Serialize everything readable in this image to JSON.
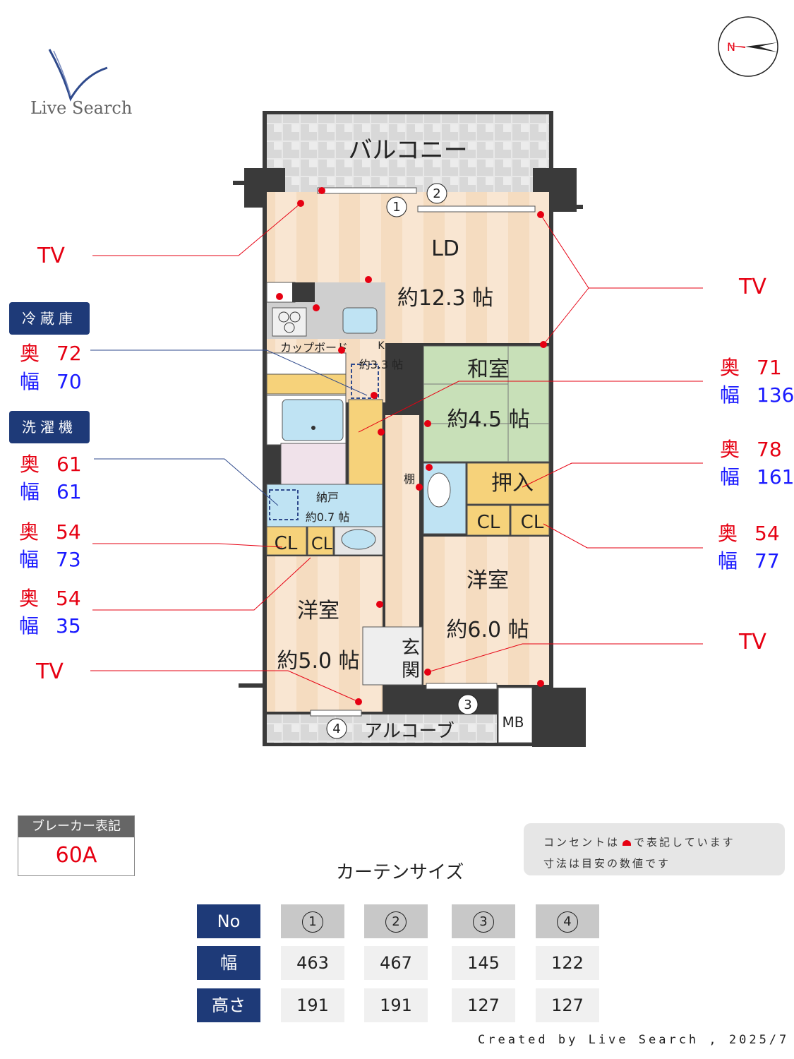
{
  "logo": {
    "text": "Live Search"
  },
  "compass": {
    "label": "N"
  },
  "rooms": {
    "balcony": "バルコニー",
    "ld": "LD",
    "ld_size": "約12.3 帖",
    "cupboard": "カップボード",
    "k": "K",
    "k_size": "約3.3 帖",
    "washitsu": "和室",
    "washitsu_size": "約4.5 帖",
    "oshiire": "押入",
    "cl1": "CL",
    "cl2": "CL",
    "cl3": "CL",
    "cl4": "CL",
    "nando": "納戸",
    "nando_size": "約0.7 帖",
    "tana": "棚",
    "youshitsu_right": "洋室",
    "youshitsu_right_size": "約6.0 帖",
    "youshitsu_left": "洋室",
    "youshitsu_left_size": "約5.0 帖",
    "genkan": "玄関",
    "alcove": "アルコーブ",
    "mb": "MB",
    "win1": "1",
    "win2": "2",
    "win3": "3",
    "win4": "4"
  },
  "tv_labels": [
    "TV",
    "TV",
    "TV",
    "TV"
  ],
  "appliances": [
    {
      "title": "冷蔵庫",
      "depth_key": "奥",
      "depth": "72",
      "width_key": "幅",
      "width": "70"
    },
    {
      "title": "洗濯機",
      "depth_key": "奥",
      "depth": "61",
      "width_key": "幅",
      "width": "61"
    }
  ],
  "left_dims": [
    {
      "depth_key": "奥",
      "depth": "54",
      "width_key": "幅",
      "width": "73"
    },
    {
      "depth_key": "奥",
      "depth": "54",
      "width_key": "幅",
      "width": "35"
    }
  ],
  "right_dims": [
    {
      "depth_key": "奥",
      "depth": "71",
      "width_key": "幅",
      "width": "136"
    },
    {
      "depth_key": "奥",
      "depth": "78",
      "width_key": "幅",
      "width": "161"
    },
    {
      "depth_key": "奥",
      "depth": "54",
      "width_key": "幅",
      "width": "77"
    }
  ],
  "breaker": {
    "title": "ブレーカー表記",
    "value": "60A"
  },
  "note": {
    "line1": "コンセントは",
    "line1b": "で表記しています",
    "line2": "寸法は目安の数値です"
  },
  "curtain": {
    "title": "カーテンサイズ",
    "row_headers": [
      "No",
      "幅",
      "高さ"
    ],
    "numbers": [
      "1",
      "2",
      "3",
      "4"
    ],
    "widths": [
      "463",
      "467",
      "145",
      "122"
    ],
    "heights": [
      "191",
      "191",
      "127",
      "127"
    ]
  },
  "credit": "Created by Live Search , 2025/7",
  "colors": {
    "accent_blue": "#1e3a78",
    "outlet_red": "#e60012",
    "dim_blue": "#1a1aff"
  }
}
